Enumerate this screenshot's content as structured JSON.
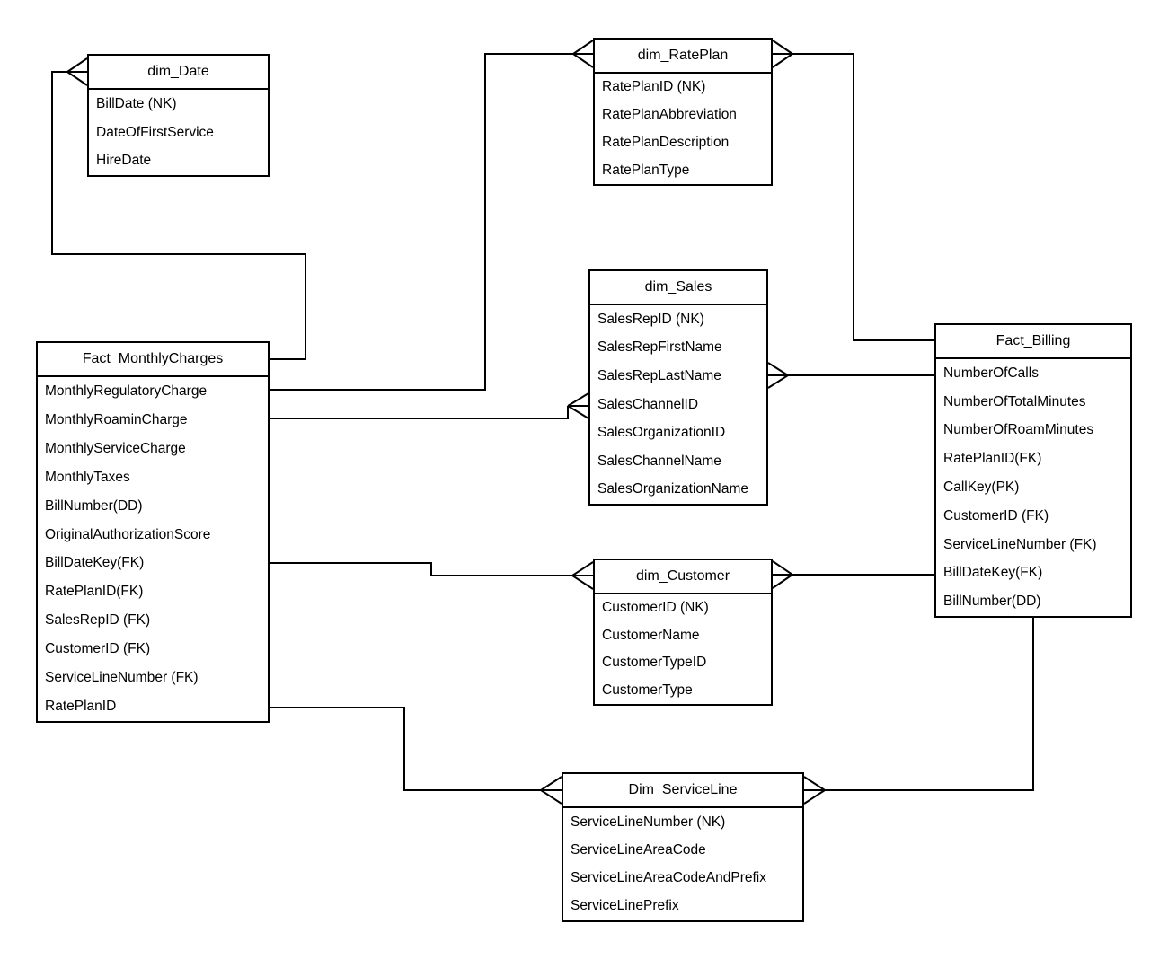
{
  "diagram": {
    "type": "entity-relationship",
    "notation": "crows_foot",
    "line_color": "#000000",
    "background_color": "#ffffff",
    "text_color": "#000000"
  },
  "tables": {
    "dim_date": {
      "name": "dim_Date",
      "fields": [
        "BillDate (NK)",
        "DateOfFirstService",
        "HireDate"
      ]
    },
    "dim_rateplan": {
      "name": "dim_RatePlan",
      "fields": [
        "RatePlanID (NK)",
        "RatePlanAbbreviation",
        "RatePlanDescription",
        "RatePlanType"
      ]
    },
    "dim_sales": {
      "name": "dim_Sales",
      "fields": [
        "SalesRepID (NK)",
        "SalesRepFirstName",
        "SalesRepLastName",
        "SalesChannelID",
        "SalesOrganizationID",
        "SalesChannelName",
        "SalesOrganizationName"
      ]
    },
    "fact_monthlycharges": {
      "name": "Fact_MonthlyCharges",
      "fields": [
        "MonthlyRegulatoryCharge",
        "MonthlyRoaminCharge",
        "MonthlyServiceCharge",
        "MonthlyTaxes",
        "BillNumber(DD)",
        "OriginalAuthorizationScore",
        "BillDateKey(FK)",
        "RatePlanID(FK)",
        "SalesRepID (FK)",
        "CustomerID (FK)",
        "ServiceLineNumber (FK)",
        "RatePlanID"
      ]
    },
    "fact_billing": {
      "name": "Fact_Billing",
      "fields": [
        "NumberOfCalls",
        "NumberOfTotalMinutes",
        "NumberOfRoamMinutes",
        "RatePlanID(FK)",
        "CallKey(PK)",
        "CustomerID (FK)",
        "ServiceLineNumber (FK)",
        "BillDateKey(FK)",
        "BillNumber(DD)"
      ]
    },
    "dim_customer": {
      "name": "dim_Customer",
      "fields": [
        "CustomerID (NK)",
        "CustomerName",
        "CustomerTypeID",
        "CustomerType"
      ]
    },
    "dim_serviceline": {
      "name": "Dim_ServiceLine",
      "fields": [
        "ServiceLineNumber (NK)",
        "ServiceLineAreaCode",
        "ServiceLineAreaCodeAndPrefix",
        "ServiceLinePrefix"
      ]
    }
  },
  "relationships": [
    {
      "from": "Fact_MonthlyCharges",
      "to": "dim_Date",
      "many_end": "dim_Date"
    },
    {
      "from": "Fact_MonthlyCharges",
      "to": "dim_RatePlan",
      "many_end": "dim_RatePlan"
    },
    {
      "from": "Fact_MonthlyCharges",
      "to": "dim_Sales",
      "many_end": "dim_Sales"
    },
    {
      "from": "Fact_MonthlyCharges",
      "to": "dim_Customer",
      "many_end": "dim_Customer"
    },
    {
      "from": "Fact_MonthlyCharges",
      "to": "Dim_ServiceLine",
      "many_end": "Dim_ServiceLine"
    },
    {
      "from": "Fact_Billing",
      "to": "dim_RatePlan",
      "many_end": "dim_RatePlan"
    },
    {
      "from": "Fact_Billing",
      "to": "dim_Sales",
      "many_end": "dim_Sales"
    },
    {
      "from": "Fact_Billing",
      "to": "dim_Customer",
      "many_end": "dim_Customer"
    },
    {
      "from": "Fact_Billing",
      "to": "Dim_ServiceLine",
      "many_end": "Dim_ServiceLine"
    }
  ]
}
